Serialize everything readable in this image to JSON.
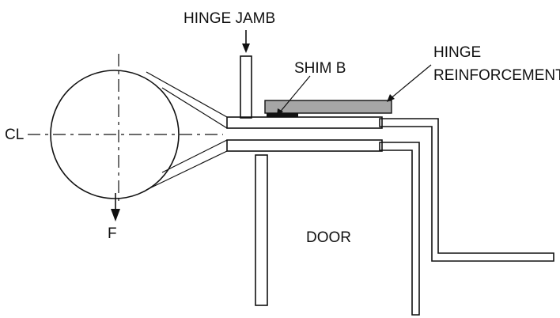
{
  "labels": {
    "hinge_jamb": "HINGE JAMB",
    "shim_b": "SHIM B",
    "hinge_line1": "HINGE",
    "hinge_line2": "REINFORCEMENT",
    "centerline": "CL",
    "force": "F",
    "door": "DOOR"
  },
  "colors": {
    "reinforcement_fill": "#a6a6a6",
    "shim_fill": "#111111",
    "line": "#111111"
  }
}
